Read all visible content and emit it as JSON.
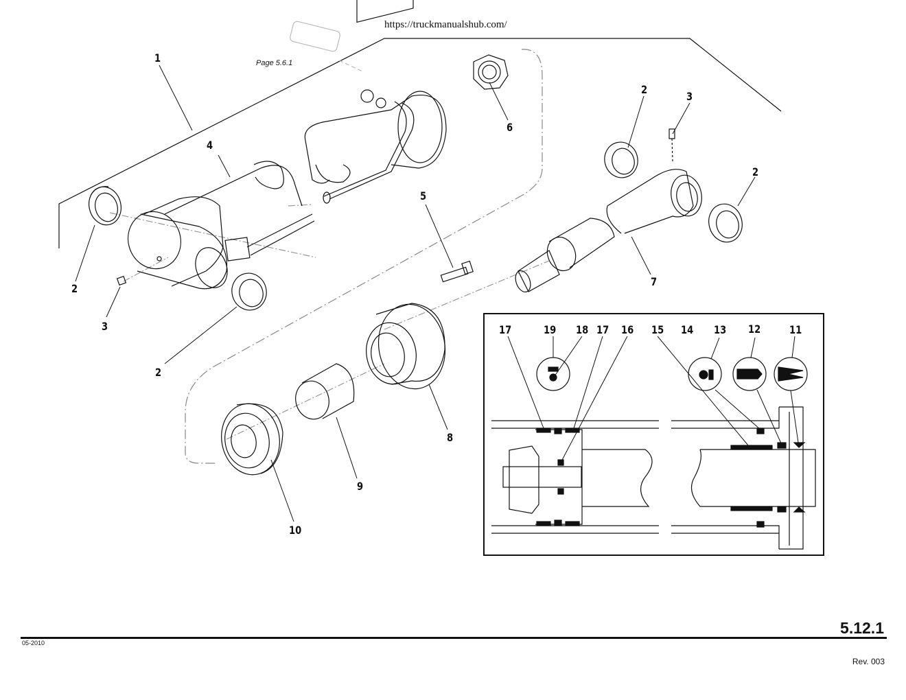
{
  "header": {
    "url": "https://truckmanualshub.com/"
  },
  "reference": {
    "text": "Page 5.6.1"
  },
  "callouts": [
    {
      "label": "1"
    },
    {
      "label": "2"
    },
    {
      "label": "2"
    },
    {
      "label": "2"
    },
    {
      "label": "2"
    },
    {
      "label": "2"
    },
    {
      "label": "3"
    },
    {
      "label": "3"
    },
    {
      "label": "4"
    },
    {
      "label": "5"
    },
    {
      "label": "6"
    },
    {
      "label": "7"
    },
    {
      "label": "8"
    },
    {
      "label": "9"
    },
    {
      "label": "10"
    }
  ],
  "detail_callouts": [
    {
      "label": "17"
    },
    {
      "label": "19"
    },
    {
      "label": "18"
    },
    {
      "label": "17"
    },
    {
      "label": "16"
    },
    {
      "label": "15"
    },
    {
      "label": "14"
    },
    {
      "label": "13"
    },
    {
      "label": "12"
    },
    {
      "label": "11"
    }
  ],
  "footer": {
    "page_number": "5.12.1",
    "date": "05-2010",
    "revision": "Rev. 003"
  }
}
